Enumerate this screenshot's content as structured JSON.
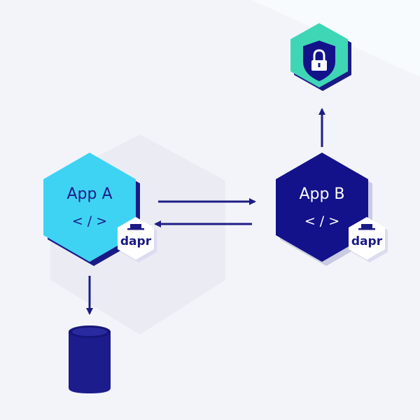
{
  "app_a": {
    "title": "App A",
    "code": "< / >"
  },
  "app_b": {
    "title": "App B",
    "code": "< / >"
  },
  "sidecar_a": {
    "label": "dapr"
  },
  "sidecar_b": {
    "label": "dapr"
  },
  "icons": {
    "security": "lock-shield-icon",
    "state_store": "database-icon"
  },
  "colors": {
    "background": "#f3f4fa",
    "app_a_fill": "#3ed3f3",
    "app_b_fill": "#13128a",
    "navy": "#1a1a86",
    "security_fill": "#3fd6b6",
    "arrow": "#1d1d84"
  }
}
